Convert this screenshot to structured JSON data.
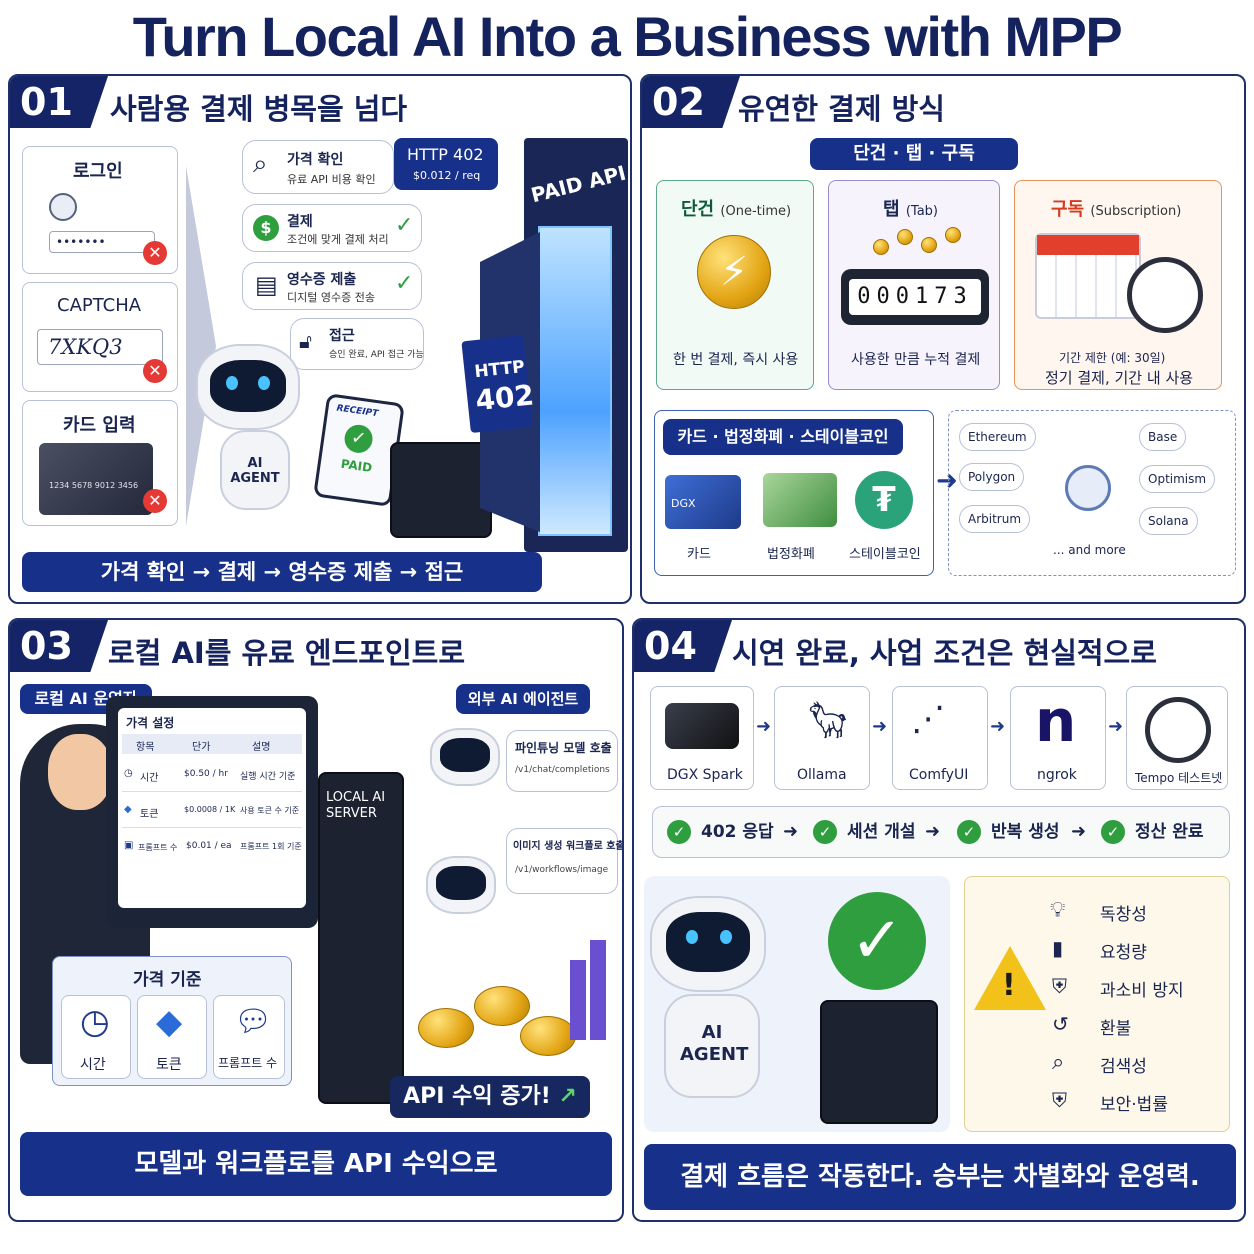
{
  "title": "Turn Local AI Into a Business with MPP",
  "p1": {
    "num": "01",
    "title": "사람용 결제 병목을 넘다",
    "login": "로그인",
    "password": "•••••••",
    "captcha_label": "CAPTCHA",
    "captcha_text": "7XKQ3",
    "card_label": "카드 입력",
    "card_number": "1234  5678  9012  3456",
    "steps": [
      {
        "title": "가격 확인",
        "desc": "유료 API 비용 확인"
      },
      {
        "title": "결제",
        "desc": "조건에 맞게 결제 처리"
      },
      {
        "title": "영수증 제출",
        "desc": "디지털 영수증 전송"
      },
      {
        "title": "접근",
        "desc": "승인 완료, API 접근 가능"
      }
    ],
    "http": "HTTP 402",
    "price": "$0.012 / req",
    "receipt": "RECEIPT",
    "paid": "PAID",
    "agent": "AI AGENT",
    "door_sign": "PAID API",
    "tag_http": "HTTP",
    "tag_code": "402",
    "flow": "가격 확인 → 결제 → 영수증 제출 → 접근"
  },
  "p2": {
    "num": "02",
    "title": "유연한 결제 방식",
    "modes": "단건 · 탭 · 구독",
    "one_title": "단건",
    "one_sub": "(One-time)",
    "one_desc": "한 번 결제, 즉시 사용",
    "tab_title": "탭",
    "tab_sub": "(Tab)",
    "tab_counter": "000173",
    "tab_desc": "사용한 만큼 누적 결제",
    "sub_title": "구독",
    "sub_sub": "(Subscription)",
    "sub_period": "기간 제한 (예: 30일)",
    "sub_desc": "정기 결제, 기간 내 사용",
    "rails": "카드 · 법정화폐 · 스테이블코인",
    "card": "카드",
    "card_brand": "DGX",
    "fiat": "법정화폐",
    "stable": "스테이블코인",
    "chains_left": [
      "Ethereum",
      "Polygon",
      "Arbitrum"
    ],
    "chains_right": [
      "Base",
      "Optimism",
      "Solana"
    ],
    "more": "... and more"
  },
  "p3": {
    "num": "03",
    "title": "로컬 AI를 유료 엔드포인트로",
    "operator": "로컬 AI 운영자",
    "external": "외부 AI 에이전트",
    "table_title": "가격 설정",
    "headers": [
      "항목",
      "단가",
      "설명"
    ],
    "rows": [
      [
        "시간",
        "$0.50 / hr",
        "실행 시간 기준"
      ],
      [
        "토큰",
        "$0.0008 / 1K",
        "사용 토큰 수 기준"
      ],
      [
        "프롬프트 수",
        "$0.01 / ea",
        "프롬프트 1회 기준"
      ]
    ],
    "server": "LOCAL AI SERVER",
    "call1_title": "파인튜닝 모델 호출",
    "call1_path": "/v1/chat/completions",
    "call2_title": "이미지 생성 워크플로 호출",
    "call2_path": "/v1/workflows/image",
    "basis_title": "가격 기준",
    "basis": [
      "시간",
      "토큰",
      "프롬프트 수"
    ],
    "revenue": "API 수익 증가!",
    "footer": "모델과 워크플로를 API 수익으로"
  },
  "p4": {
    "num": "04",
    "title": "시연 완료, 사업 조건은 현실적으로",
    "stack": [
      "DGX Spark",
      "Ollama",
      "ComfyUI",
      "ngrok",
      "Tempo 테스트넷"
    ],
    "ngrok_logo": "n",
    "steps": [
      "402 응답",
      "세션 개설",
      "반복 생성",
      "정산 완료"
    ],
    "agent": "AI AGENT",
    "risks": [
      "독창성",
      "요청량",
      "과소비 방지",
      "환불",
      "검색성",
      "보안·법률"
    ],
    "footer": "결제 흐름은 작동한다. 승부는 차별화와 운영력."
  },
  "colors": {
    "navy": "#14225e",
    "blue": "#17308a",
    "green": "#2e9e3f",
    "red": "#e53935",
    "gold": "#e3a515"
  }
}
